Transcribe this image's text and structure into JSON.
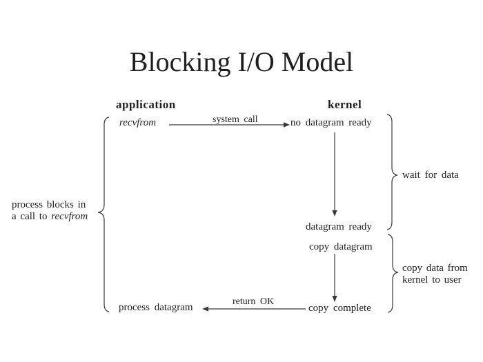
{
  "title": "Blocking I/O Model",
  "headers": {
    "application": "application",
    "kernel": "kernel"
  },
  "flow": {
    "recvfrom": "recvfrom",
    "system_call": "system call",
    "no_datagram_ready": "no datagram ready",
    "datagram_ready": "datagram ready",
    "copy_datagram": "copy datagram",
    "copy_complete": "copy complete",
    "return_ok": "return OK",
    "process_datagram": "process datagram"
  },
  "annotations": {
    "process_blocks_line1": "process blocks in",
    "process_blocks_line2_prefix": "a call to ",
    "process_blocks_line2_italic": "recvfrom",
    "wait_for_data": "wait for data",
    "copy_data_line1": "copy data from",
    "copy_data_line2": "kernel to user"
  },
  "colors": {
    "background": "#ffffff",
    "text": "#1f1f1f",
    "line": "#383838"
  }
}
